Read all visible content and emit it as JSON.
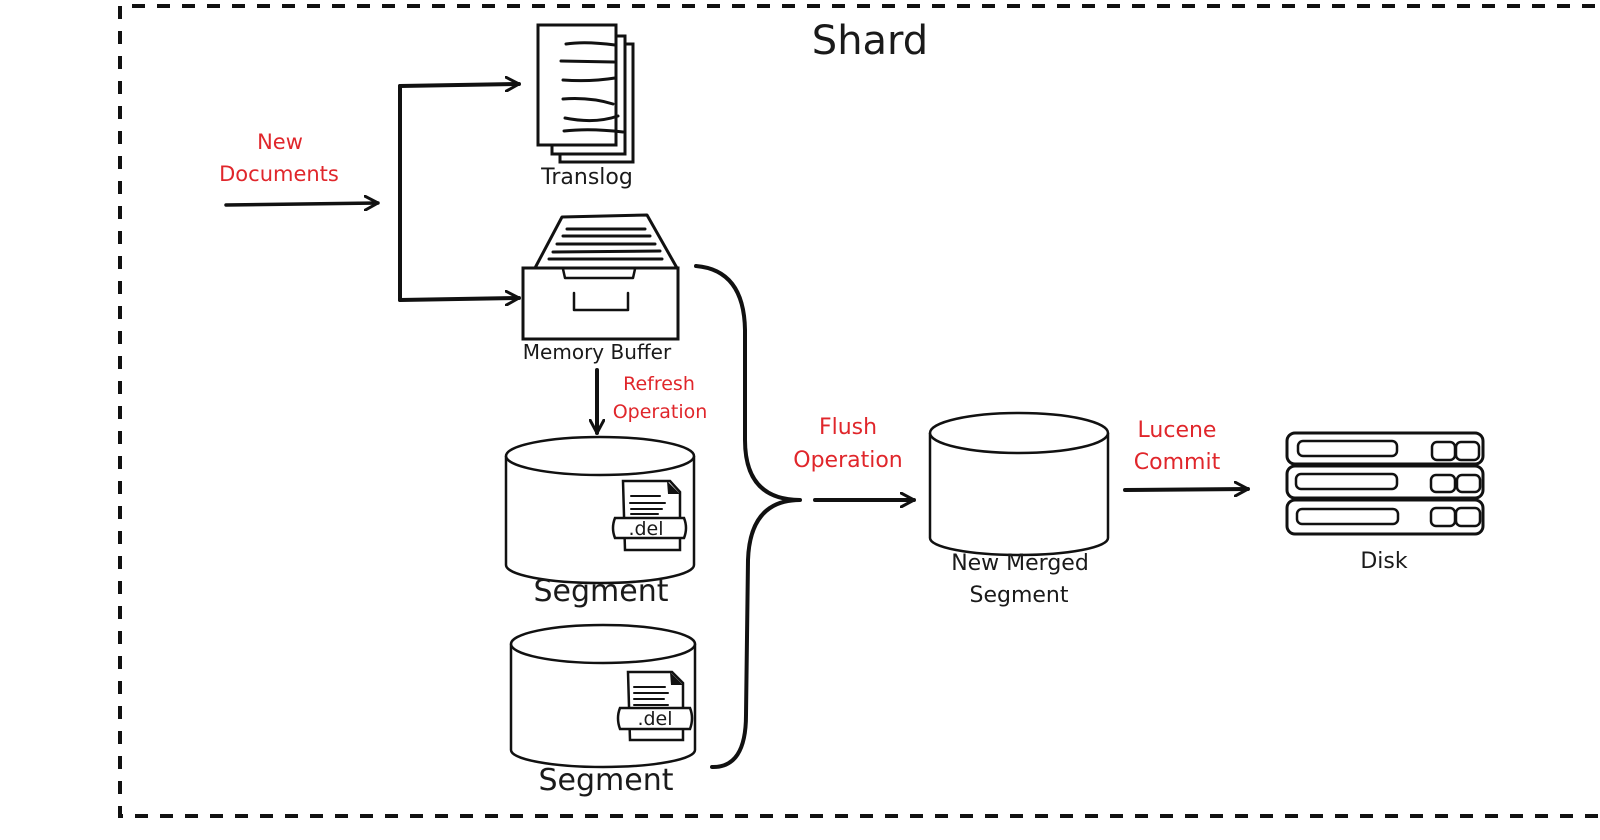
{
  "diagram": {
    "title": "Shard",
    "colors": {
      "ink": "#111111",
      "accent_red": "#e0262b",
      "background": "#ffffff"
    },
    "nodes": {
      "new_documents": {
        "label_line1": "New",
        "label_line2": "Documents",
        "icon": "incoming-arrow"
      },
      "translog": {
        "label": "Translog",
        "icon": "stacked-documents-icon"
      },
      "memory_buffer": {
        "label": "Memory Buffer",
        "icon": "file-drawer-icon"
      },
      "segment_1": {
        "label": "Segment",
        "icon": "database-cylinder-icon",
        "file_badge": ".del"
      },
      "segment_2": {
        "label": "Segment",
        "icon": "database-cylinder-icon",
        "file_badge": ".del"
      },
      "new_merged_segment": {
        "label_line1": "New Merged",
        "label_line2": "Segment",
        "icon": "database-cylinder-icon"
      },
      "disk": {
        "label": "Disk",
        "icon": "server-rack-icon"
      }
    },
    "operations": {
      "refresh": {
        "line1": "Refresh",
        "line2": "Operation"
      },
      "flush": {
        "line1": "Flush",
        "line2": "Operation"
      },
      "lucene_commit": {
        "line1": "Lucene",
        "line2": "Commit"
      }
    },
    "edges": [
      {
        "from": "new_documents",
        "to": "translog"
      },
      {
        "from": "new_documents",
        "to": "memory_buffer"
      },
      {
        "from": "memory_buffer",
        "to": "segment_1",
        "label": "refresh"
      },
      {
        "from": "memory_buffer+segment_1+segment_2",
        "to": "new_merged_segment",
        "label": "flush"
      },
      {
        "from": "new_merged_segment",
        "to": "disk",
        "label": "lucene_commit"
      }
    ]
  }
}
